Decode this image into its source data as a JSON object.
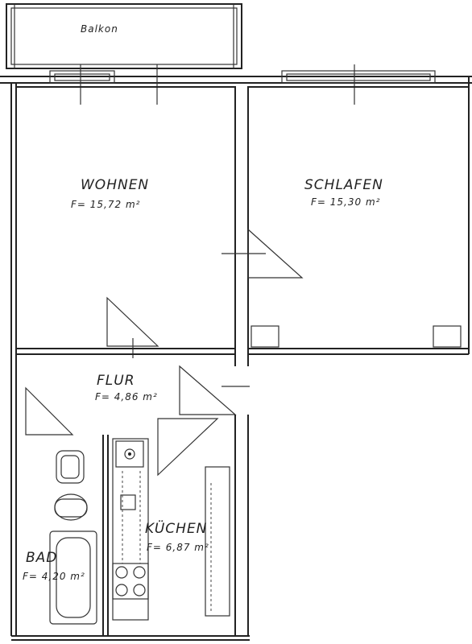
{
  "rooms": {
    "balcony": {
      "label": "Balkon"
    },
    "wohnen": {
      "label": "WOHNEN",
      "area": "F= 15,72 m²"
    },
    "schlafen": {
      "label": "SCHLAFEN",
      "area": "F= 15,30 m²"
    },
    "flur": {
      "label": "FLUR",
      "area": "F= 4,86 m²"
    },
    "kuechen": {
      "label": "KÜCHEN",
      "area": "F= 6,87 m²"
    },
    "bad": {
      "label": "BAD",
      "area": "F= 4,20 m²"
    }
  },
  "icons": [
    "sink-icon",
    "toilet-icon",
    "bathtub-icon",
    "stove-icon",
    "kitchen-sink-icon"
  ]
}
